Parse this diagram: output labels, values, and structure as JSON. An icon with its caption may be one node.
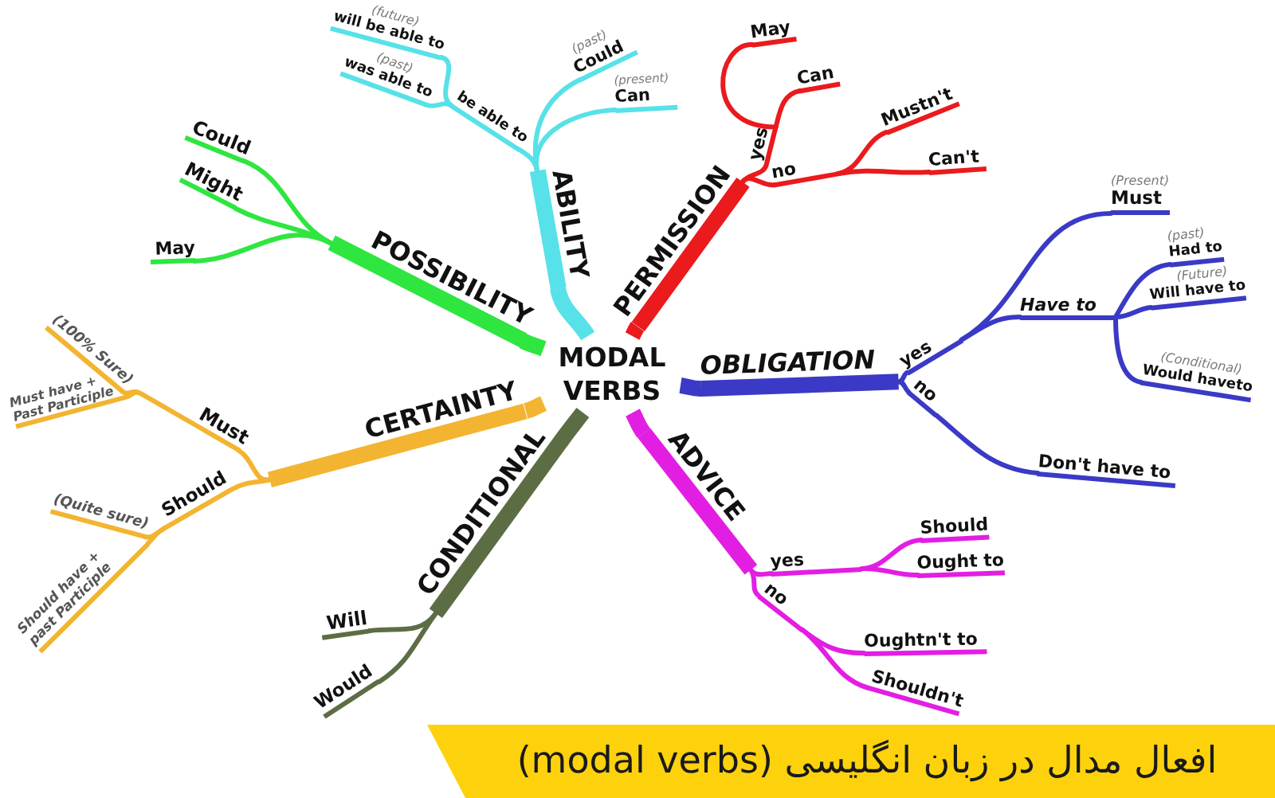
{
  "diagram": {
    "title": "افعال مدال در زبان انگلیسی (modal verbs)",
    "nodes": [
      {
        "text": [
          "MODAL VERBS"
        ]
      },
      {
        "text": [
          "ABILITY"
        ]
      },
      {
        "text": [
          "be able to"
        ]
      },
      {
        "text": [
          "(future)",
          "will be able to"
        ]
      },
      {
        "text": [
          "(past)",
          "was able to"
        ]
      },
      {
        "text": [
          "(past)",
          "Could"
        ]
      },
      {
        "text": [
          "(present)",
          "Can"
        ]
      },
      {
        "text": [
          "PERMISSION"
        ]
      },
      {
        "text": [
          "yes"
        ]
      },
      {
        "text": [
          "May"
        ]
      },
      {
        "text": [
          "Can"
        ]
      },
      {
        "text": [
          "no"
        ]
      },
      {
        "text": [
          "Mustn't"
        ]
      },
      {
        "text": [
          "Can't"
        ]
      },
      {
        "text": [
          "OBLIGATION"
        ]
      },
      {
        "text": [
          "yes"
        ]
      },
      {
        "text": [
          "(Present)",
          "Must"
        ]
      },
      {
        "text": [
          "Have to"
        ]
      },
      {
        "text": [
          "(past)",
          "Had to"
        ]
      },
      {
        "text": [
          "(Future)",
          "Will have to"
        ]
      },
      {
        "text": [
          "(Conditional)",
          "Would haveto"
        ]
      },
      {
        "text": [
          "no"
        ]
      },
      {
        "text": [
          "Don't have to"
        ]
      },
      {
        "text": [
          "ADVICE"
        ]
      },
      {
        "text": [
          "yes"
        ]
      },
      {
        "text": [
          "Should"
        ]
      },
      {
        "text": [
          "Ought to"
        ]
      },
      {
        "text": [
          "no"
        ]
      },
      {
        "text": [
          "Oughtn't to"
        ]
      },
      {
        "text": [
          "Shouldn't"
        ]
      },
      {
        "text": [
          "CONDITIONAL"
        ]
      },
      {
        "text": [
          "Will"
        ]
      },
      {
        "text": [
          "Would"
        ]
      },
      {
        "text": [
          "CERTAINTY"
        ]
      },
      {
        "text": [
          "Must"
        ]
      },
      {
        "text": [
          "(100% Sure)"
        ]
      },
      {
        "text": [
          "Must have + Past Participle"
        ]
      },
      {
        "text": [
          "Should"
        ]
      },
      {
        "text": [
          "(Quite sure)"
        ]
      },
      {
        "text": [
          "Should have + past Participle"
        ]
      },
      {
        "text": [
          "POSSIBILITY"
        ]
      },
      {
        "text": [
          "Could"
        ]
      },
      {
        "text": [
          "Might"
        ]
      },
      {
        "text": [
          "May"
        ]
      }
    ],
    "edges": [
      {
        "from": 0,
        "to": 1,
        "arrow": "none",
        "style": "thick",
        "color": "#57e1e8"
      },
      {
        "from": 1,
        "to": 2,
        "arrow": "none",
        "color": "#57e1e8"
      },
      {
        "from": 2,
        "to": 3,
        "arrow": "none",
        "color": "#57e1e8"
      },
      {
        "from": 2,
        "to": 4,
        "arrow": "none",
        "color": "#57e1e8"
      },
      {
        "from": 1,
        "to": 5,
        "arrow": "none",
        "color": "#57e1e8"
      },
      {
        "from": 1,
        "to": 6,
        "arrow": "none",
        "color": "#57e1e8"
      },
      {
        "from": 0,
        "to": 7,
        "arrow": "none",
        "style": "thick",
        "color": "#ea1a1d"
      },
      {
        "from": 7,
        "to": 8,
        "arrow": "none",
        "color": "#ea1a1d"
      },
      {
        "from": 8,
        "to": 9,
        "arrow": "none",
        "color": "#ea1a1d"
      },
      {
        "from": 8,
        "to": 10,
        "arrow": "none",
        "color": "#ea1a1d"
      },
      {
        "from": 7,
        "to": 11,
        "arrow": "none",
        "color": "#ea1a1d"
      },
      {
        "from": 11,
        "to": 12,
        "arrow": "none",
        "color": "#ea1a1d"
      },
      {
        "from": 11,
        "to": 13,
        "arrow": "none",
        "color": "#ea1a1d"
      },
      {
        "from": 0,
        "to": 14,
        "arrow": "none",
        "style": "thick",
        "color": "#3a3ac6"
      },
      {
        "from": 14,
        "to": 15,
        "arrow": "none",
        "color": "#3a3ac6"
      },
      {
        "from": 15,
        "to": 16,
        "arrow": "none",
        "color": "#3a3ac6"
      },
      {
        "from": 15,
        "to": 17,
        "arrow": "none",
        "color": "#3a3ac6"
      },
      {
        "from": 17,
        "to": 18,
        "arrow": "none",
        "color": "#3a3ac6"
      },
      {
        "from": 17,
        "to": 19,
        "arrow": "none",
        "color": "#3a3ac6"
      },
      {
        "from": 17,
        "to": 20,
        "arrow": "none",
        "color": "#3a3ac6"
      },
      {
        "from": 14,
        "to": 21,
        "arrow": "none",
        "color": "#3a3ac6"
      },
      {
        "from": 21,
        "to": 22,
        "arrow": "none",
        "color": "#3a3ac6"
      },
      {
        "from": 0,
        "to": 23,
        "arrow": "none",
        "style": "thick",
        "color": "#e31ee3"
      },
      {
        "from": 23,
        "to": 24,
        "arrow": "none",
        "color": "#e31ee3"
      },
      {
        "from": 24,
        "to": 25,
        "arrow": "none",
        "color": "#e31ee3"
      },
      {
        "from": 24,
        "to": 26,
        "arrow": "none",
        "color": "#e31ee3"
      },
      {
        "from": 23,
        "to": 27,
        "arrow": "none",
        "color": "#e31ee3"
      },
      {
        "from": 27,
        "to": 28,
        "arrow": "none",
        "color": "#e31ee3"
      },
      {
        "from": 27,
        "to": 29,
        "arrow": "none",
        "color": "#e31ee3"
      },
      {
        "from": 0,
        "to": 30,
        "arrow": "none",
        "style": "thick",
        "color": "#5c6d44"
      },
      {
        "from": 30,
        "to": 31,
        "arrow": "none",
        "color": "#5c6d44"
      },
      {
        "from": 30,
        "to": 32,
        "arrow": "none",
        "color": "#5c6d44"
      },
      {
        "from": 0,
        "to": 33,
        "arrow": "none",
        "style": "thick",
        "color": "#f3b431"
      },
      {
        "from": 33,
        "to": 34,
        "arrow": "none",
        "color": "#f3b431"
      },
      {
        "from": 34,
        "to": 35,
        "arrow": "none",
        "color": "#f3b431"
      },
      {
        "from": 34,
        "to": 36,
        "arrow": "none",
        "color": "#f3b431"
      },
      {
        "from": 33,
        "to": 37,
        "arrow": "none",
        "color": "#f3b431"
      },
      {
        "from": 37,
        "to": 38,
        "arrow": "none",
        "color": "#f3b431"
      },
      {
        "from": 37,
        "to": 39,
        "arrow": "none",
        "color": "#f3b431"
      },
      {
        "from": 0,
        "to": 40,
        "arrow": "none",
        "style": "thick",
        "color": "#2ee63f"
      },
      {
        "from": 40,
        "to": 41,
        "arrow": "none",
        "color": "#2ee63f"
      },
      {
        "from": 40,
        "to": 42,
        "arrow": "none",
        "color": "#2ee63f"
      },
      {
        "from": 40,
        "to": 43,
        "arrow": "none",
        "color": "#2ee63f"
      }
    ]
  }
}
